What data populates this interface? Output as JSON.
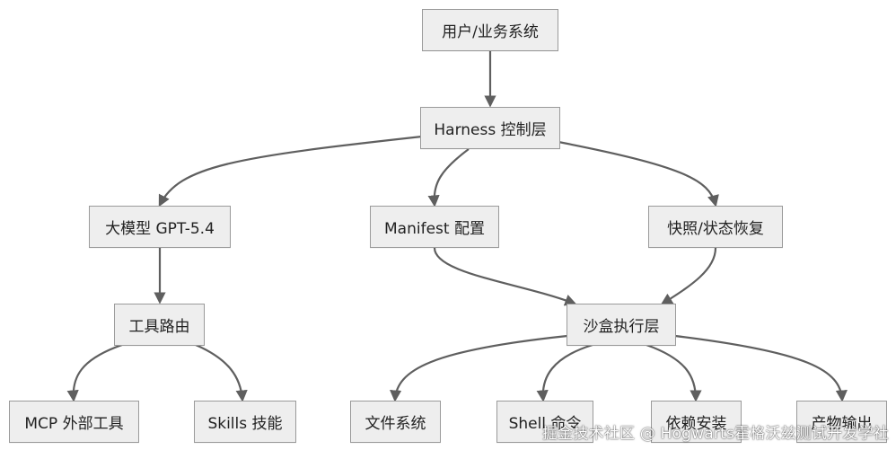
{
  "diagram": {
    "nodes": {
      "user": "用户/业务系统",
      "harness": "Harness 控制层",
      "model": "大模型 GPT-5.4",
      "manifest": "Manifest 配置",
      "snapshot": "快照/状态恢复",
      "router": "工具路由",
      "sandbox": "沙盒执行层",
      "mcp": "MCP 外部工具",
      "skills": "Skills 技能",
      "files": "文件系统",
      "shell": "Shell 命令",
      "deps": "依赖安装",
      "artifacts": "产物输出"
    },
    "edges": [
      [
        "user",
        "harness"
      ],
      [
        "harness",
        "model"
      ],
      [
        "harness",
        "manifest"
      ],
      [
        "harness",
        "snapshot"
      ],
      [
        "model",
        "router"
      ],
      [
        "manifest",
        "sandbox"
      ],
      [
        "snapshot",
        "sandbox"
      ],
      [
        "router",
        "mcp"
      ],
      [
        "router",
        "skills"
      ],
      [
        "sandbox",
        "files"
      ],
      [
        "sandbox",
        "shell"
      ],
      [
        "sandbox",
        "deps"
      ],
      [
        "sandbox",
        "artifacts"
      ]
    ],
    "colors": {
      "node_fill": "#eeeeee",
      "node_border": "#9a9a9a",
      "edge": "#5f5f5f"
    }
  },
  "watermark": "掘金技术社区 @ Hogwarts霍格沃兹测试开发学社"
}
